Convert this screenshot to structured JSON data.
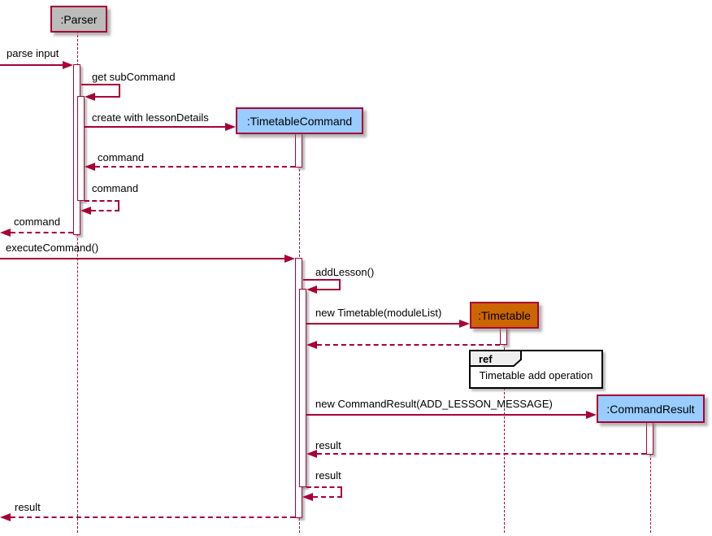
{
  "diagram": {
    "type": "uml-sequence",
    "participants": [
      {
        "id": "parser",
        "name": ":Parser",
        "fill": "#BBBBBB"
      },
      {
        "id": "timetable-command",
        "name": ":TimetableCommand",
        "fill": "#99CCFF"
      },
      {
        "id": "timetable",
        "name": ":Timetable",
        "fill": "#CC6600"
      },
      {
        "id": "command-result",
        "name": ":CommandResult",
        "fill": "#99CCFF"
      }
    ],
    "messages": {
      "parse_input": "parse input",
      "get_sub_command": "get subCommand",
      "create_with_lesson_details": "create with lessonDetails",
      "command_1": "command",
      "command_2": "command",
      "command_3": "command",
      "execute_command": "executeCommand()",
      "add_lesson": "addLesson()",
      "new_timetable": "new Timetable(moduleList)",
      "new_command_result": "new CommandResult(ADD_LESSON_MESSAGE)",
      "result_1": "result",
      "result_2": "result",
      "result_3": "result"
    },
    "ref_fragment": {
      "keyword": "ref",
      "label": "Timetable add operation"
    },
    "colors": {
      "line": "#A80036",
      "participant_border": "#A80036",
      "parser_fill": "#BBBBBB",
      "command_fill": "#99CCFF",
      "timetable_fill": "#CC6600",
      "ref_header_fill": "#EEEEEE",
      "ref_border": "#000000",
      "background": "#FFFFFF"
    }
  }
}
